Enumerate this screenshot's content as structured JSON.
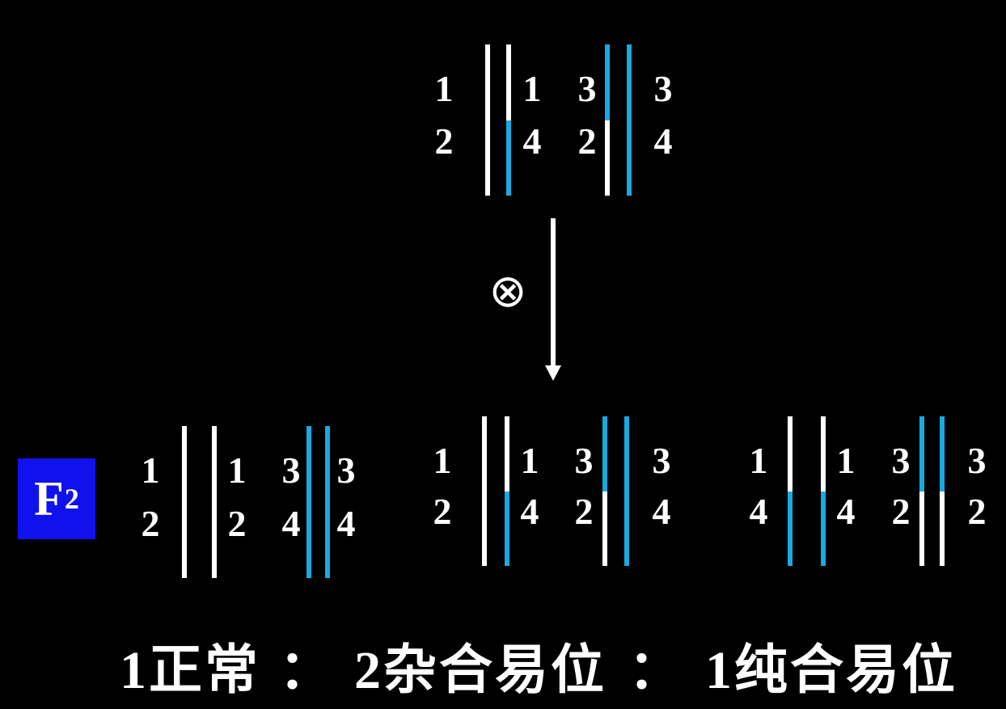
{
  "colors": {
    "background": "#000000",
    "white": "#ffffff",
    "blue": "#1aa9e0",
    "badge": "#1111ee",
    "text": "#ffffff"
  },
  "parent": {
    "labels": [
      [
        "1",
        "2"
      ],
      [
        "1",
        "4"
      ],
      [
        "3",
        "2"
      ],
      [
        "3",
        "4"
      ]
    ],
    "chromosomes": [
      {
        "top": "white",
        "bottom": "white"
      },
      {
        "top": "white",
        "bottom": "blue"
      },
      {
        "top": "blue",
        "bottom": "white"
      },
      {
        "top": "blue",
        "bottom": "blue"
      }
    ]
  },
  "cross": {
    "symbol": "⊗"
  },
  "generation_label": {
    "main": "F",
    "sub": "2"
  },
  "offspring": [
    {
      "labels": [
        [
          "1",
          "2"
        ],
        [
          "1",
          "2"
        ],
        [
          "3",
          "4"
        ],
        [
          "3",
          "4"
        ]
      ],
      "chromosomes": [
        {
          "top": "white",
          "bottom": "white"
        },
        {
          "top": "white",
          "bottom": "white"
        },
        {
          "top": "blue",
          "bottom": "blue"
        },
        {
          "top": "blue",
          "bottom": "blue"
        }
      ]
    },
    {
      "labels": [
        [
          "1",
          "2"
        ],
        [
          "1",
          "4"
        ],
        [
          "3",
          "2"
        ],
        [
          "3",
          "4"
        ]
      ],
      "chromosomes": [
        {
          "top": "white",
          "bottom": "white"
        },
        {
          "top": "white",
          "bottom": "blue"
        },
        {
          "top": "blue",
          "bottom": "white"
        },
        {
          "top": "blue",
          "bottom": "blue"
        }
      ]
    },
    {
      "labels": [
        [
          "1",
          "4"
        ],
        [
          "1",
          "4"
        ],
        [
          "3",
          "2"
        ],
        [
          "3",
          "2"
        ]
      ],
      "chromosomes": [
        {
          "top": "white",
          "bottom": "blue"
        },
        {
          "top": "white",
          "bottom": "blue"
        },
        {
          "top": "blue",
          "bottom": "white"
        },
        {
          "top": "blue",
          "bottom": "white"
        }
      ]
    }
  ],
  "ratio": {
    "normal": "1正常",
    "sep1": "：",
    "heterozygous": "2杂合易位",
    "sep2": "：",
    "homozygous": "1纯合易位"
  }
}
